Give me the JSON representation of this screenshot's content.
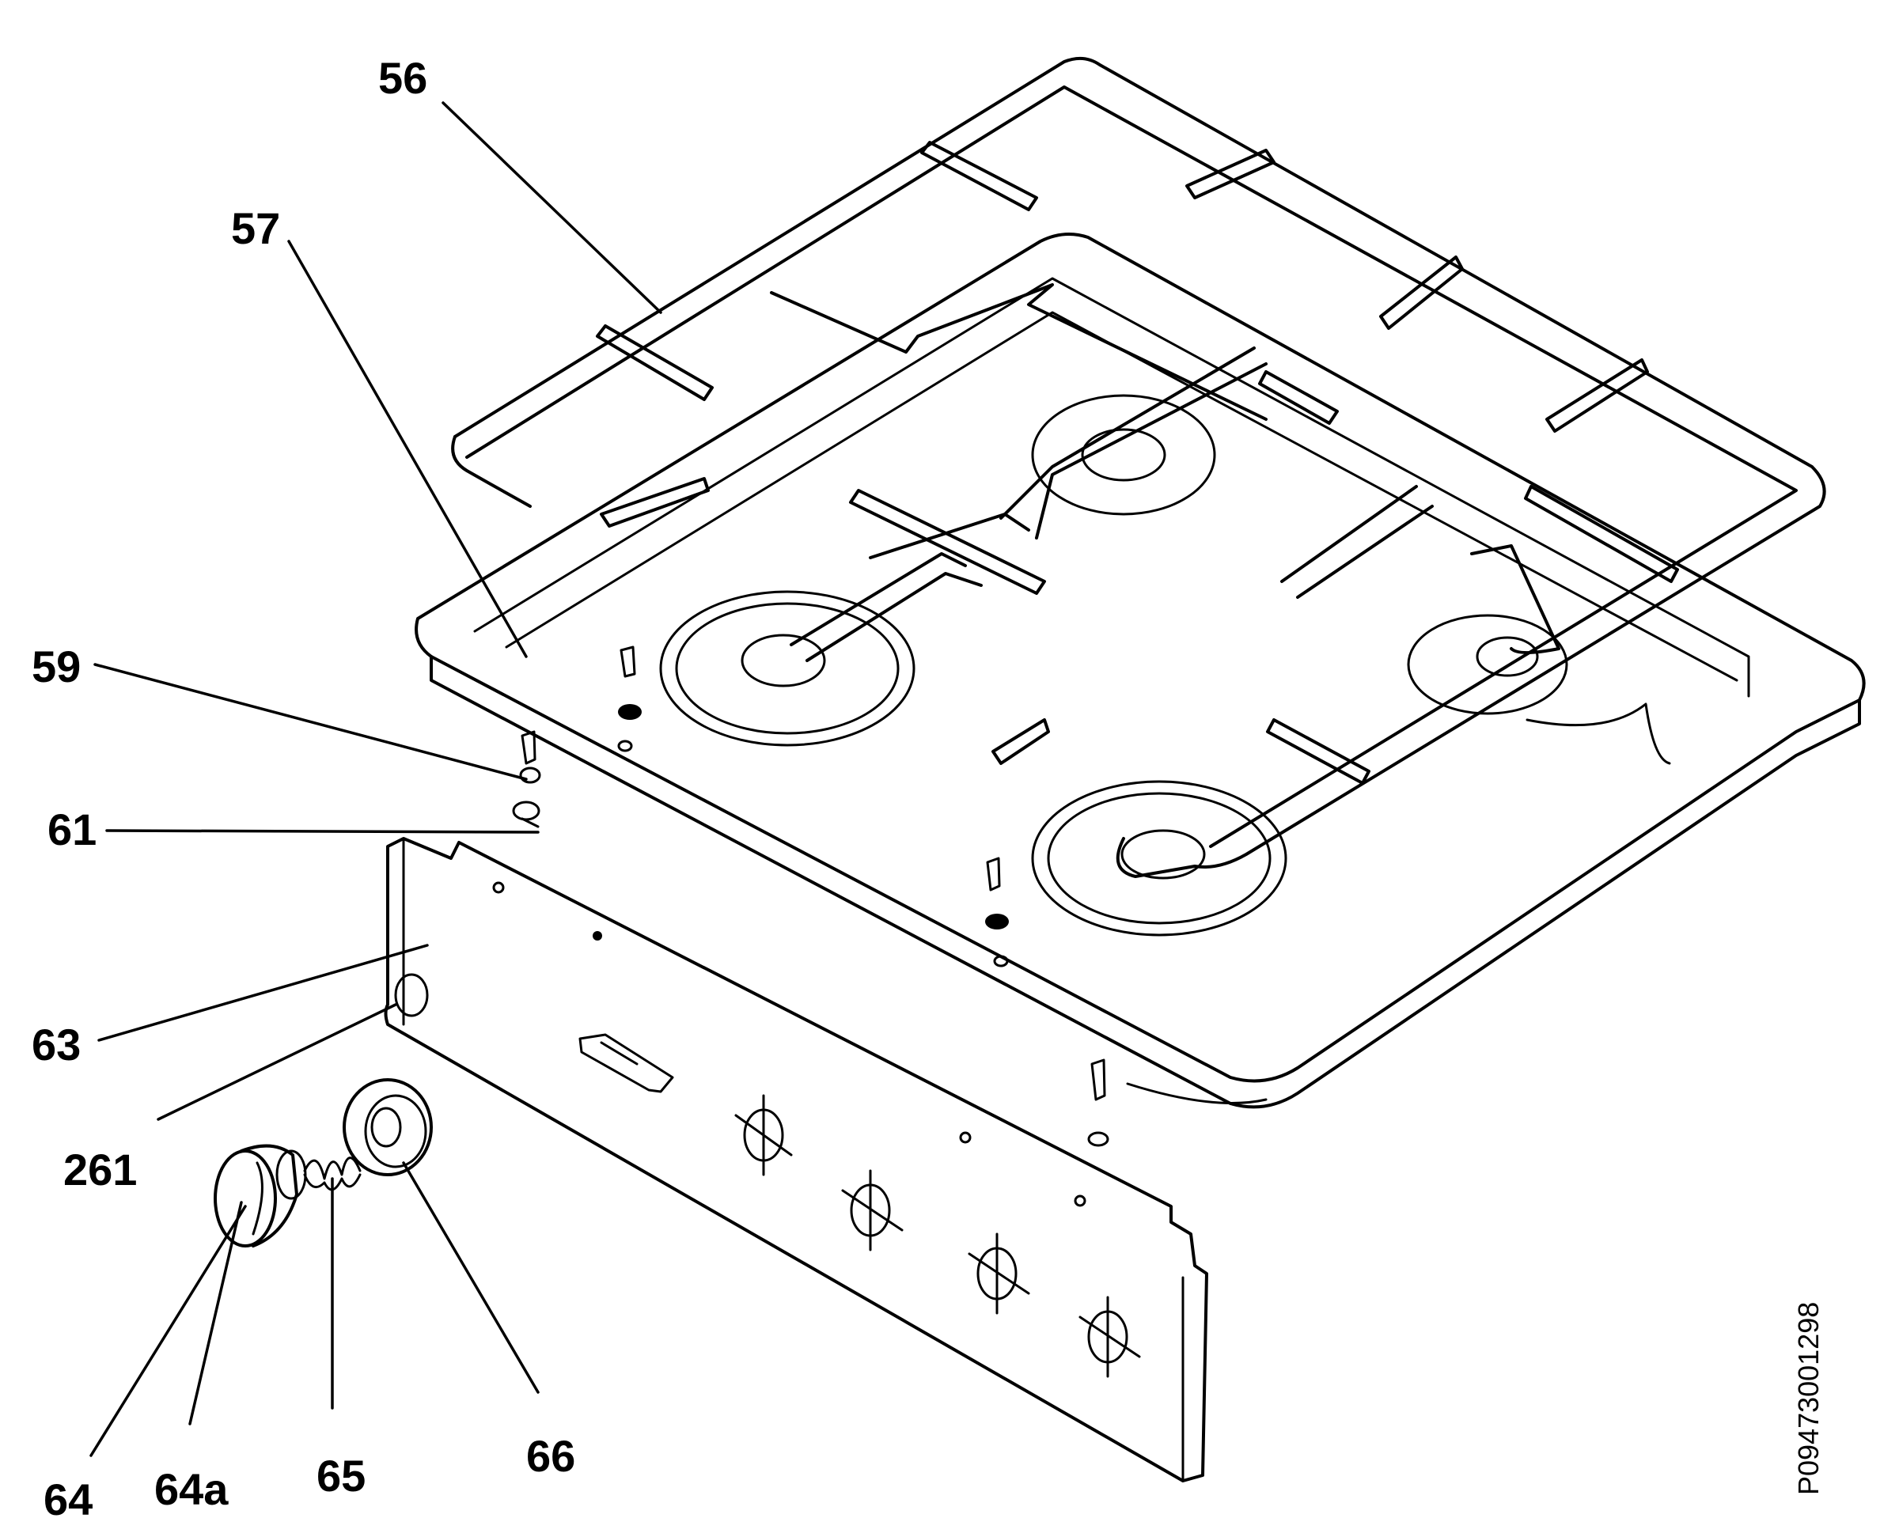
{
  "labels": {
    "l56": "56",
    "l57": "57",
    "l59": "59",
    "l61": "61",
    "l63": "63",
    "l261": "261",
    "l64": "64",
    "l64a": "64a",
    "l65": "65",
    "l66": "66"
  },
  "doc_code": "P09473001298",
  "colors": {
    "line": "#000000",
    "background": "#ffffff"
  }
}
